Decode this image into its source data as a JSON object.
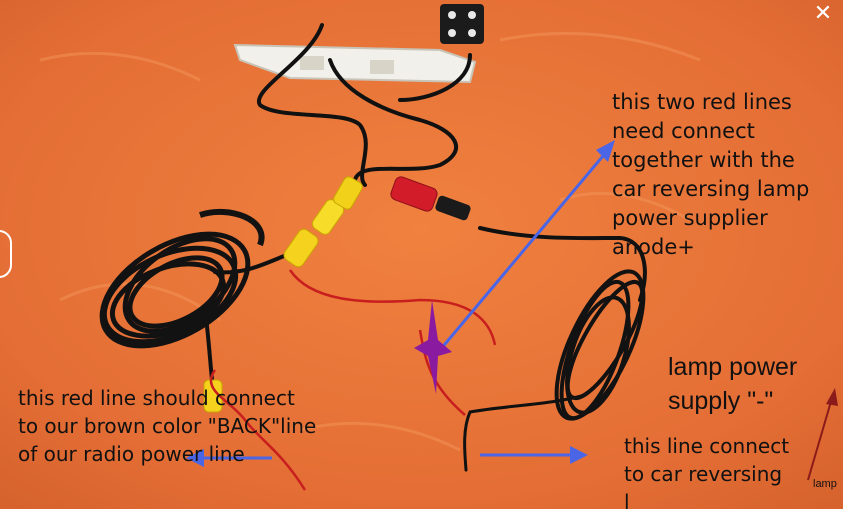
{
  "close_label": "✕",
  "notes": {
    "red_lines": [
      "this two red lines",
      "need connect",
      "together with the",
      "car reversing lamp",
      "power supplier",
      "anode+"
    ],
    "back_line": [
      "this red line should connect",
      "to our brown color \"BACK\"line",
      "of our radio power line"
    ],
    "lamp_minus": [
      "lamp power",
      "supply \"-\""
    ],
    "reversing": [
      "this line connect",
      "to car reversing",
      "l"
    ],
    "lamp_small": "lamp"
  },
  "colors": {
    "background": "#e8733a",
    "arrow_blue": "#4a66e6",
    "arrow_purple": "#8a1aa0",
    "arrow_dark_red": "#8b1a1a"
  }
}
